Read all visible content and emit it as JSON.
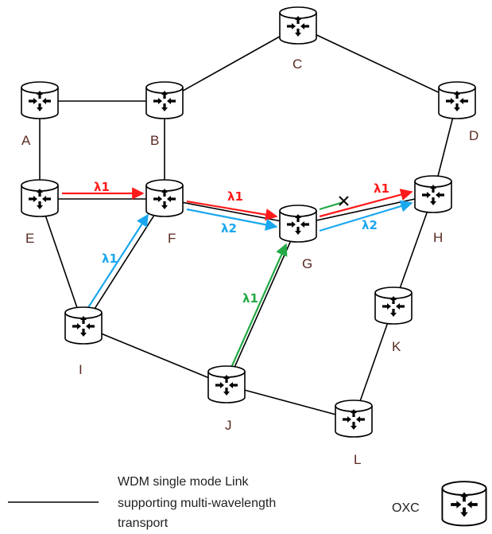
{
  "nodes": [
    {
      "id": "A",
      "label": "A"
    },
    {
      "id": "B",
      "label": "B"
    },
    {
      "id": "C",
      "label": "C"
    },
    {
      "id": "D",
      "label": "D"
    },
    {
      "id": "E",
      "label": "E"
    },
    {
      "id": "F",
      "label": "F"
    },
    {
      "id": "G",
      "label": "G"
    },
    {
      "id": "H",
      "label": "H"
    },
    {
      "id": "I",
      "label": "I"
    },
    {
      "id": "J",
      "label": "J"
    },
    {
      "id": "K",
      "label": "K"
    },
    {
      "id": "L",
      "label": "L"
    }
  ],
  "links": [
    [
      "A",
      "B"
    ],
    [
      "A",
      "E"
    ],
    [
      "B",
      "C"
    ],
    [
      "B",
      "F"
    ],
    [
      "C",
      "D"
    ],
    [
      "D",
      "H"
    ],
    [
      "E",
      "F"
    ],
    [
      "E",
      "I"
    ],
    [
      "F",
      "I"
    ],
    [
      "F",
      "G"
    ],
    [
      "G",
      "H"
    ],
    [
      "G",
      "J"
    ],
    [
      "I",
      "J"
    ],
    [
      "J",
      "L"
    ],
    [
      "H",
      "K"
    ],
    [
      "K",
      "L"
    ]
  ],
  "lightpaths": [
    {
      "wavelength": "λ1",
      "color": "#ff1a1a",
      "segments": [
        [
          "E",
          "F"
        ],
        [
          "F",
          "G"
        ],
        [
          "G",
          "H"
        ]
      ]
    },
    {
      "wavelength": "λ2",
      "color": "#1aa7ee",
      "segments": [
        [
          "I",
          "F"
        ],
        [
          "F",
          "G"
        ],
        [
          "G",
          "H"
        ]
      ]
    },
    {
      "wavelength": "λ1",
      "color": "#22aa44",
      "segments": [
        [
          "J",
          "G"
        ],
        [
          "G",
          "H"
        ]
      ],
      "blocked": true
    }
  ],
  "edge_labels": [
    {
      "text": "λ1",
      "color": "#ff1a1a",
      "edge": "E-F"
    },
    {
      "text": "λ1",
      "color": "#ff1a1a",
      "edge": "F-G"
    },
    {
      "text": "λ2",
      "color": "#1aa7ee",
      "edge": "F-G"
    },
    {
      "text": "λ1",
      "color": "#ff1a1a",
      "edge": "G-H"
    },
    {
      "text": "λ2",
      "color": "#1aa7ee",
      "edge": "G-H"
    },
    {
      "text": "λ1",
      "color": "#1aa7ee",
      "edge": "I-F"
    },
    {
      "text": "λ1",
      "color": "#22aa44",
      "edge": "J-G"
    }
  ],
  "legend": {
    "link_text": [
      "WDM single mode Link",
      "supporting multi-wavelength",
      "transport"
    ],
    "oxc_text": "OXC"
  },
  "colors": {
    "link": "#000000",
    "node_label": "#5a2a22",
    "red": "#ff1a1a",
    "blue": "#1aa7ee",
    "green": "#22aa44"
  }
}
